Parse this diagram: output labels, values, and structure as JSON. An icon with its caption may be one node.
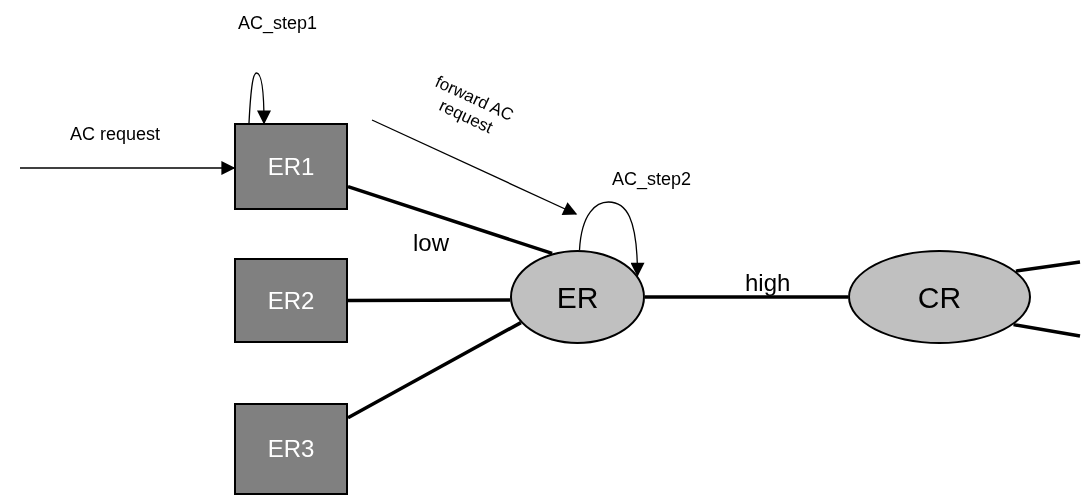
{
  "diagram": {
    "nodes": [
      {
        "text": [
          "ER1"
        ]
      },
      {
        "text": [
          "ER2"
        ]
      },
      {
        "text": [
          "ER3"
        ]
      },
      {
        "text": [
          "ER"
        ]
      },
      {
        "text": [
          "CR"
        ]
      }
    ],
    "edges": [
      {
        "from": null,
        "to": 0,
        "arrow": "to",
        "label": "AC request"
      },
      {
        "from": 0,
        "to": 0,
        "arrow": "to",
        "label": "AC_step1"
      },
      {
        "from": 0,
        "to": 3,
        "arrow": "to",
        "label": "forward AC request"
      },
      {
        "from": 0,
        "to": 3,
        "arrow": "none",
        "label": "low"
      },
      {
        "from": 1,
        "to": 3,
        "arrow": "none"
      },
      {
        "from": 2,
        "to": 3,
        "arrow": "none"
      },
      {
        "from": 3,
        "to": 3,
        "arrow": "to",
        "label": "AC_step2"
      },
      {
        "from": 3,
        "to": 4,
        "arrow": "none",
        "label": "high"
      },
      {
        "from": 4,
        "to": null,
        "arrow": "none"
      },
      {
        "from": 4,
        "to": null,
        "arrow": "none"
      }
    ]
  }
}
